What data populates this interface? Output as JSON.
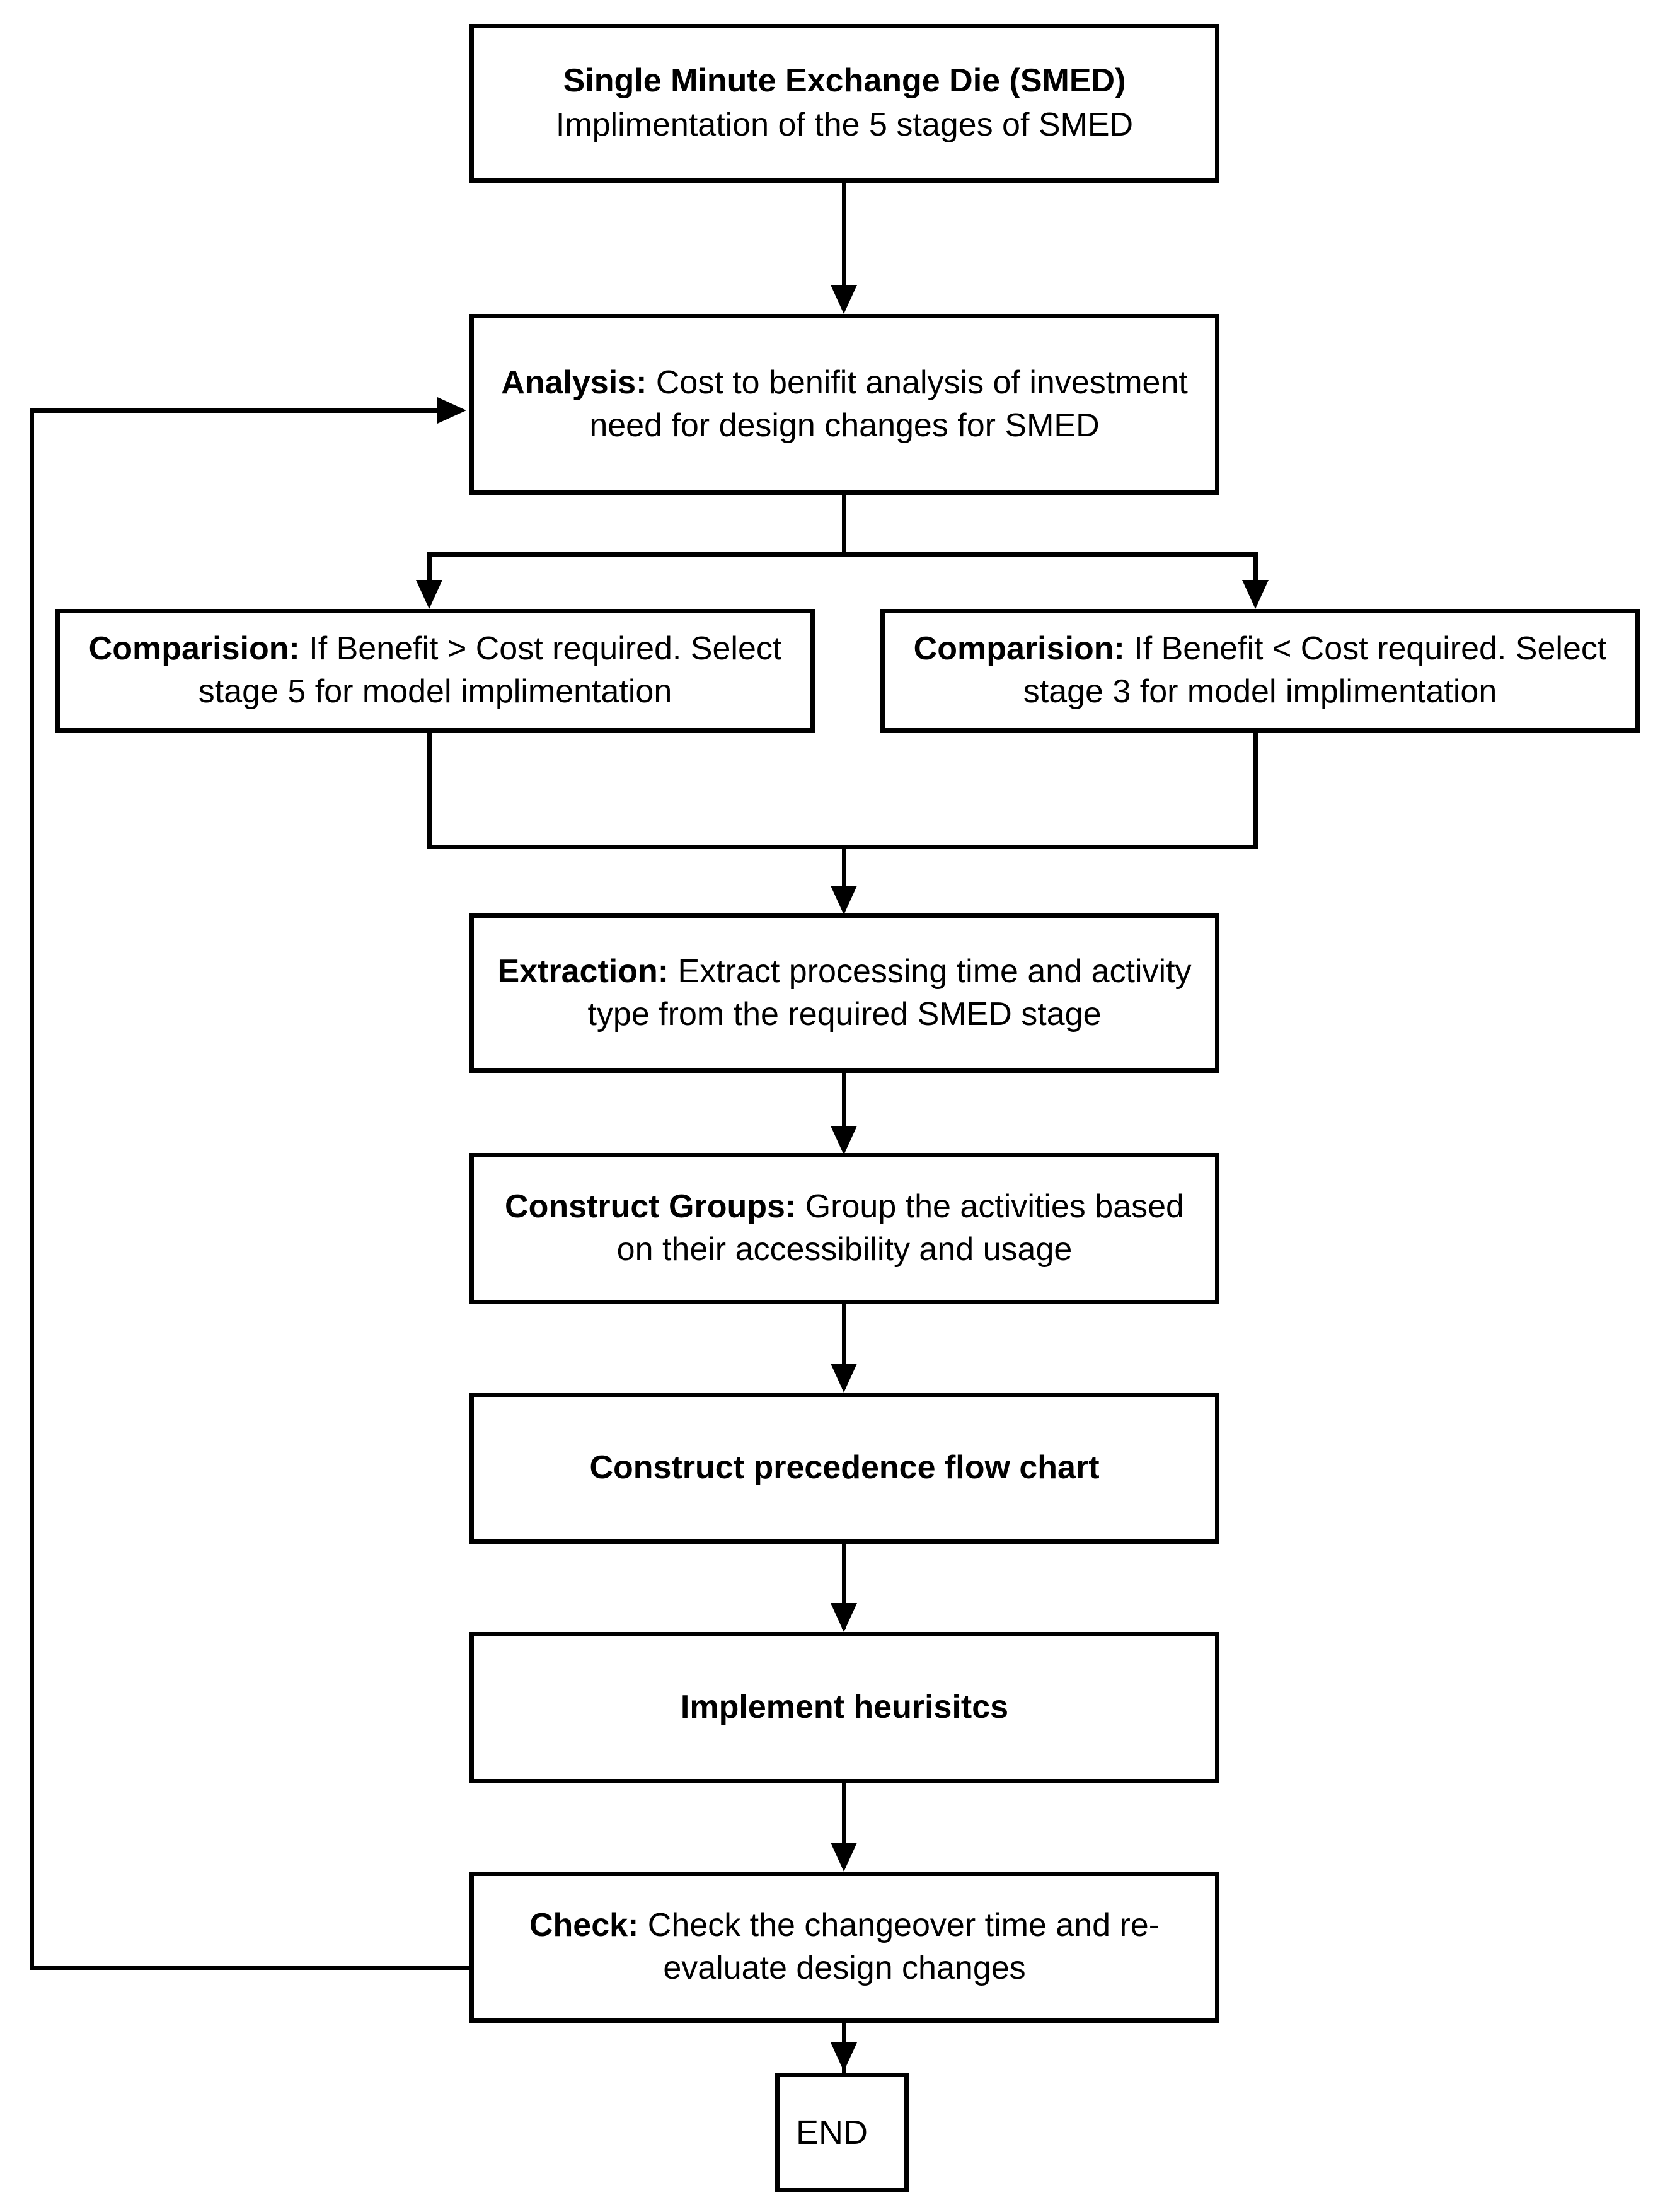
{
  "diagram": {
    "title": "Single Minute Exchange Die (SMED) implementation flowchart",
    "background_color": "#ffffff",
    "line_color": "#000000",
    "text_color": "#000000"
  },
  "nodes": {
    "start": {
      "line1": "Single Minute Exchange Die (SMED)",
      "line2": "Implimentation of the 5 stages of SMED"
    },
    "analysis": {
      "label": "Analysis:",
      "body": " Cost to benifit analysis of investment need for design changes for SMED"
    },
    "comparison_left": {
      "label": "Comparision:",
      "body": " If Benefit > Cost required. Select stage 5 for model implimentation"
    },
    "comparison_right": {
      "label": "Comparision:",
      "body": " If Benefit < Cost required. Select stage 3 for model implimentation"
    },
    "extraction": {
      "label": "Extraction:",
      "body": " Extract processing time and activity type from the required SMED stage"
    },
    "construct_groups": {
      "label": "Construct Groups:",
      "body": " Group the activities based on their accessibility and usage"
    },
    "precedence": {
      "label": "Construct precedence flow chart",
      "body": ""
    },
    "heuristics": {
      "label": "Implement heurisitcs",
      "body": ""
    },
    "check": {
      "label": "Check:",
      "body": " Check the changeover time and re-evaluate design changes"
    },
    "end": {
      "label": "END"
    }
  },
  "edges": {
    "start_to_analysis": "",
    "analysis_to_comparisons": "",
    "comparisons_to_extraction": "",
    "extraction_to_groups": "",
    "groups_to_precedence": "",
    "precedence_to_heuristics": "",
    "heuristics_to_check": "",
    "check_to_end": "",
    "check_feedback_to_analysis": ""
  }
}
